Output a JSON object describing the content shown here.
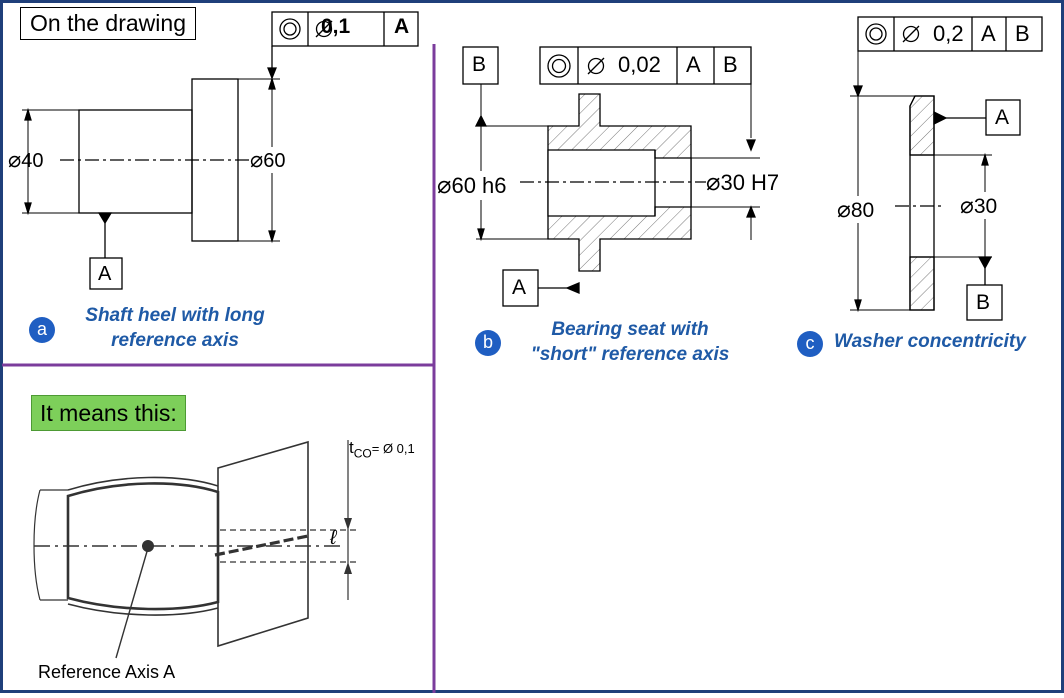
{
  "boxes": {
    "on_drawing": "On the drawing",
    "it_means": "It means this:"
  },
  "callouts": {
    "a_badge": "a",
    "b_badge": "b",
    "c_badge": "c",
    "a_caption_1": "Shaft heel with long",
    "a_caption_2": "reference axis",
    "b_caption_1": "Bearing seat with",
    "b_caption_2": "\"short\" reference axis",
    "c_caption": "Washer concentricity"
  },
  "frame_a": {
    "value": "0,1",
    "datum": "A",
    "dia_small": "40",
    "dia_large": "60",
    "datum_label": "A"
  },
  "frame_b": {
    "value": "0,02",
    "datum1": "A",
    "datum2": "B",
    "dia_outer": "60 h6",
    "dia_inner": "30 H7",
    "datum_top": "B",
    "datum_bottom": "A"
  },
  "frame_c": {
    "value": "0,2",
    "datum1": "A",
    "datum2": "B",
    "dia_outer": "80",
    "dia_inner": "30",
    "datum_a": "A",
    "datum_b": "B"
  },
  "meaning": {
    "tolerance_label": "= Ø 0,1",
    "tolerance_t": "t",
    "tolerance_sub": "CO",
    "ell": "ℓ",
    "reference_axis": "Reference Axis A"
  },
  "colors": {
    "border": "#1f3f7a",
    "divider": "#7b3c9c",
    "caption": "#1f5aa6",
    "badge": "#1f5ec2",
    "green_box": "#7dcf5a"
  }
}
